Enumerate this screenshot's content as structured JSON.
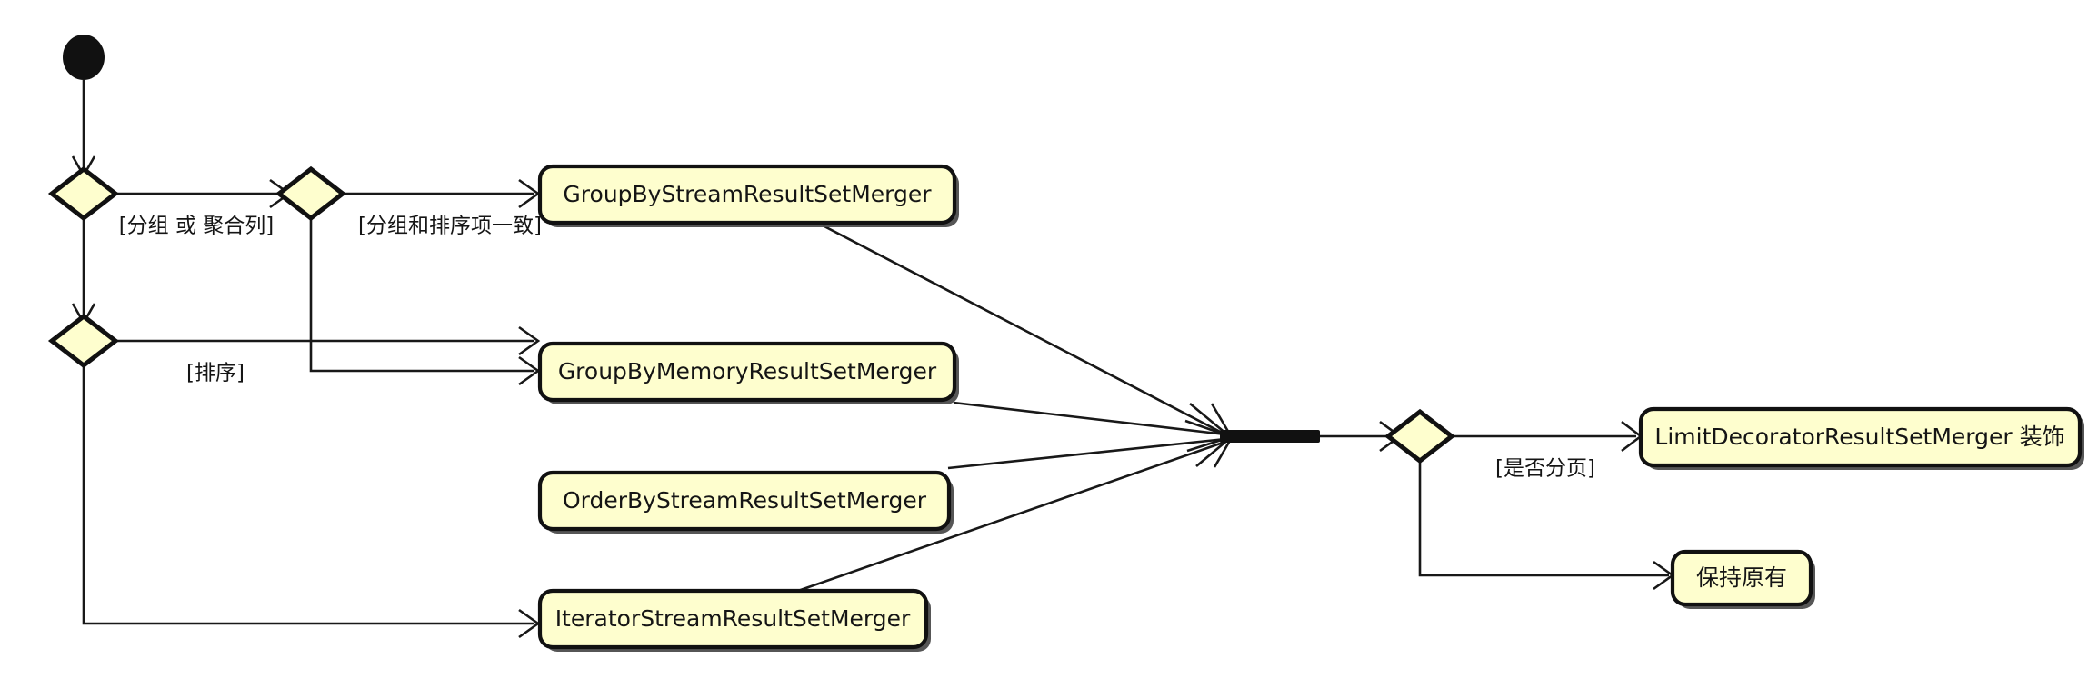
{
  "diagram": {
    "type": "uml-activity-diagram",
    "title": "",
    "background_color": "#ffffff",
    "node_fill_color": "#FEFECE",
    "node_border_color": "#111111",
    "line_color": "#181818",
    "start_node": {
      "name": "start",
      "shape": "filled-circle"
    },
    "decisions": [
      {
        "id": "d1",
        "name": "group-or-aggregate-decision"
      },
      {
        "id": "d2",
        "name": "group-sort-consistent-decision"
      },
      {
        "id": "d3",
        "name": "pagination-decision"
      }
    ],
    "guards": [
      {
        "id": "g1",
        "text": "[分组 或 聚合列]"
      },
      {
        "id": "g2",
        "text": "[分组和排序项一致]"
      },
      {
        "id": "g3",
        "text": "[排序]"
      },
      {
        "id": "g4",
        "text": "[是否分页]"
      }
    ],
    "activities": [
      {
        "id": "a1",
        "text": "GroupByStreamResultSetMerger"
      },
      {
        "id": "a2",
        "text": "GroupByMemoryResultSetMerger"
      },
      {
        "id": "a3",
        "text": "OrderByStreamResultSetMerger"
      },
      {
        "id": "a4",
        "text": "IteratorStreamResultSetMerger"
      },
      {
        "id": "a5",
        "text": "LimitDecoratorResultSetMerger 装饰"
      },
      {
        "id": "a6",
        "text": "保持原有"
      }
    ],
    "join": {
      "name": "merge-join-bar",
      "shape": "thick-bar"
    }
  }
}
